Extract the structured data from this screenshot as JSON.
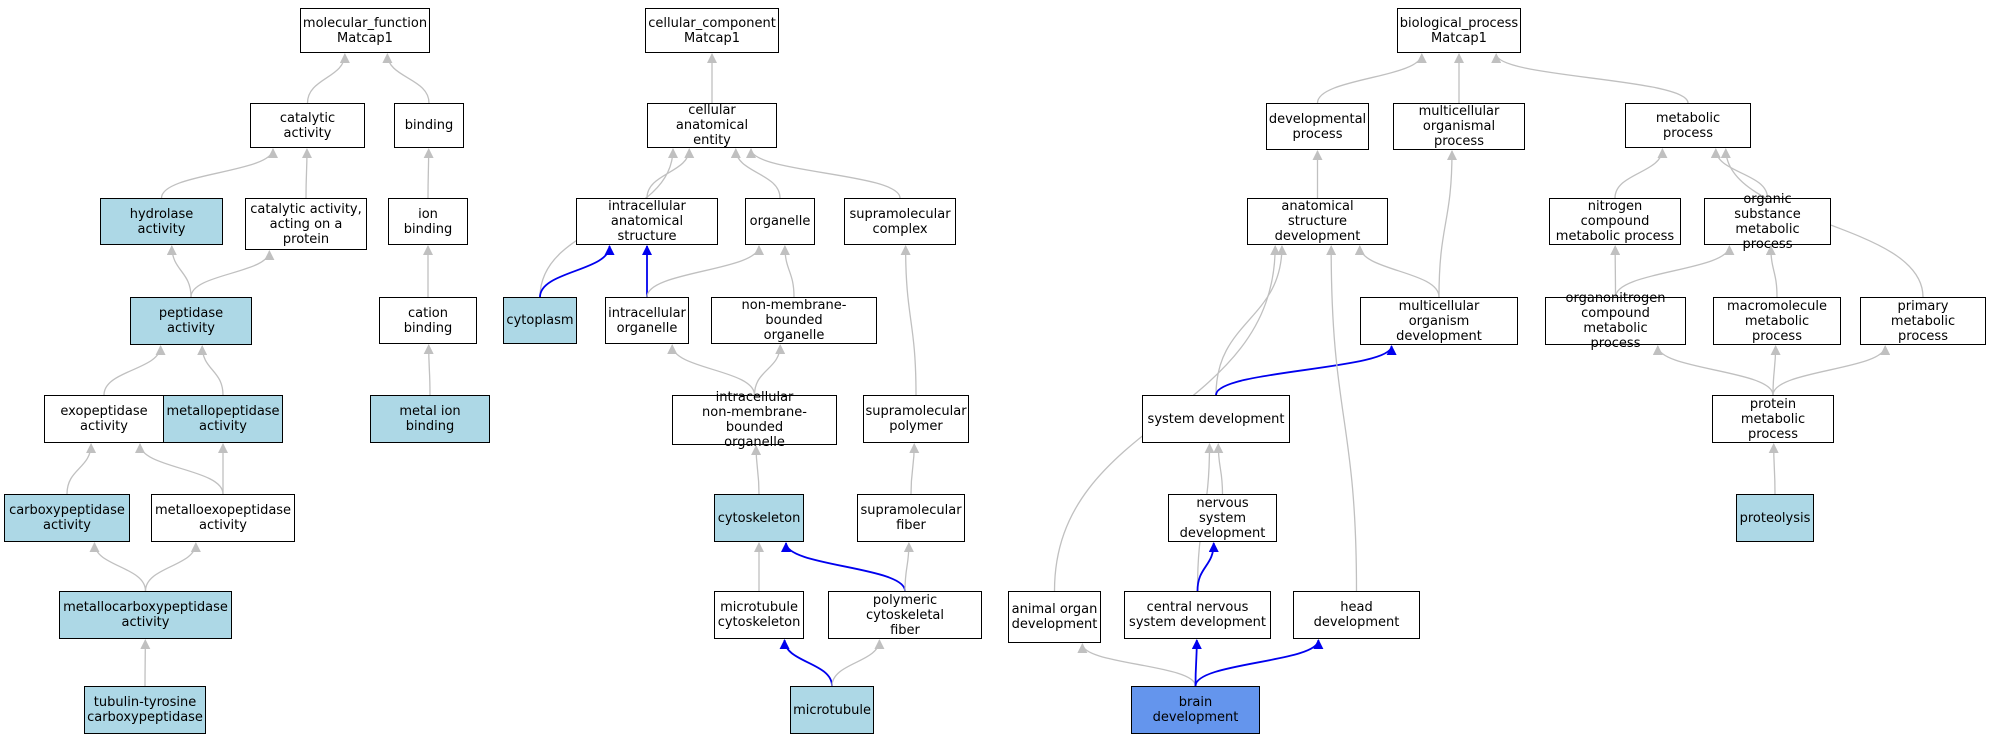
{
  "colors": {
    "annotated": "#add8e6",
    "focus": "#6495ed",
    "edge_default": "#c0c0c0",
    "edge_path": "#0000ee"
  },
  "nodes": [
    {
      "id": "mf",
      "label": "molecular_function\nMatcap1",
      "style": "plain"
    },
    {
      "id": "cat",
      "label": "catalytic activity",
      "style": "plain"
    },
    {
      "id": "bind",
      "label": "binding",
      "style": "plain"
    },
    {
      "id": "hyd",
      "label": "hydrolase activity",
      "style": "annot"
    },
    {
      "id": "catp",
      "label": "catalytic activity,\nacting on a\nprotein",
      "style": "plain"
    },
    {
      "id": "ion",
      "label": "ion binding",
      "style": "plain"
    },
    {
      "id": "pep",
      "label": "peptidase activity",
      "style": "annot"
    },
    {
      "id": "cation",
      "label": "cation binding",
      "style": "plain"
    },
    {
      "id": "exo",
      "label": "exopeptidase\nactivity",
      "style": "plain"
    },
    {
      "id": "metpep",
      "label": "metallopeptidase\nactivity",
      "style": "annot"
    },
    {
      "id": "metion",
      "label": "metal ion binding",
      "style": "annot"
    },
    {
      "id": "carb",
      "label": "carboxypeptidase\nactivity",
      "style": "annot"
    },
    {
      "id": "metexo",
      "label": "metalloexopeptidase\nactivity",
      "style": "plain"
    },
    {
      "id": "metcarb",
      "label": "metallocarboxypeptidase\nactivity",
      "style": "annot"
    },
    {
      "id": "tub",
      "label": "tubulin-tyrosine\ncarboxypeptidase",
      "style": "annot"
    },
    {
      "id": "cc",
      "label": "cellular_component\nMatcap1",
      "style": "plain"
    },
    {
      "id": "cae",
      "label": "cellular anatomical\nentity",
      "style": "plain"
    },
    {
      "id": "ias",
      "label": "intracellular\nanatomical structure",
      "style": "plain"
    },
    {
      "id": "org",
      "label": "organelle",
      "style": "plain"
    },
    {
      "id": "smc",
      "label": "supramolecular\ncomplex",
      "style": "plain"
    },
    {
      "id": "cyto",
      "label": "cytoplasm",
      "style": "annot"
    },
    {
      "id": "io",
      "label": "intracellular\norganelle",
      "style": "plain"
    },
    {
      "id": "nmbo",
      "label": "non-membrane-bounded\norganelle",
      "style": "plain"
    },
    {
      "id": "inmbo",
      "label": "intracellular\nnon-membrane-bounded\norganelle",
      "style": "plain"
    },
    {
      "id": "smp",
      "label": "supramolecular\npolymer",
      "style": "plain"
    },
    {
      "id": "csk",
      "label": "cytoskeleton",
      "style": "annot"
    },
    {
      "id": "smf",
      "label": "supramolecular\nfiber",
      "style": "plain"
    },
    {
      "id": "mtc",
      "label": "microtubule\ncytoskeleton",
      "style": "plain"
    },
    {
      "id": "pcf",
      "label": "polymeric cytoskeletal\nfiber",
      "style": "plain"
    },
    {
      "id": "mt",
      "label": "microtubule",
      "style": "annot"
    },
    {
      "id": "bp",
      "label": "biological_process\nMatcap1",
      "style": "plain"
    },
    {
      "id": "dev",
      "label": "developmental\nprocess",
      "style": "plain"
    },
    {
      "id": "mop",
      "label": "multicellular\norganismal process",
      "style": "plain"
    },
    {
      "id": "met",
      "label": "metabolic process",
      "style": "plain"
    },
    {
      "id": "asd",
      "label": "anatomical structure\ndevelopment",
      "style": "plain"
    },
    {
      "id": "ncm",
      "label": "nitrogen compound\nmetabolic process",
      "style": "plain"
    },
    {
      "id": "osm",
      "label": "organic substance\nmetabolic process",
      "style": "plain"
    },
    {
      "id": "mod",
      "label": "multicellular\norganism development",
      "style": "plain"
    },
    {
      "id": "oncm",
      "label": "organonitrogen\ncompound metabolic\nprocess",
      "style": "plain"
    },
    {
      "id": "mmm",
      "label": "macromolecule\nmetabolic process",
      "style": "plain"
    },
    {
      "id": "pmp",
      "label": "primary metabolic\nprocess",
      "style": "plain"
    },
    {
      "id": "sysd",
      "label": "system development",
      "style": "plain"
    },
    {
      "id": "protm",
      "label": "protein metabolic\nprocess",
      "style": "plain"
    },
    {
      "id": "nsd",
      "label": "nervous system\ndevelopment",
      "style": "plain"
    },
    {
      "id": "prot",
      "label": "proteolysis",
      "style": "annot"
    },
    {
      "id": "aod",
      "label": "animal organ\ndevelopment",
      "style": "plain"
    },
    {
      "id": "cnsd",
      "label": "central nervous\nsystem development",
      "style": "plain"
    },
    {
      "id": "hd",
      "label": "head development",
      "style": "plain"
    },
    {
      "id": "bd",
      "label": "brain development",
      "style": "focus"
    }
  ],
  "edges": [
    {
      "from": "cat",
      "to": "mf",
      "kind": "default"
    },
    {
      "from": "bind",
      "to": "mf",
      "kind": "default"
    },
    {
      "from": "hyd",
      "to": "cat",
      "kind": "default"
    },
    {
      "from": "catp",
      "to": "cat",
      "kind": "default"
    },
    {
      "from": "ion",
      "to": "bind",
      "kind": "default"
    },
    {
      "from": "pep",
      "to": "hyd",
      "kind": "default"
    },
    {
      "from": "pep",
      "to": "catp",
      "kind": "default"
    },
    {
      "from": "cation",
      "to": "ion",
      "kind": "default"
    },
    {
      "from": "exo",
      "to": "pep",
      "kind": "default"
    },
    {
      "from": "metpep",
      "to": "pep",
      "kind": "default"
    },
    {
      "from": "metion",
      "to": "cation",
      "kind": "default"
    },
    {
      "from": "carb",
      "to": "exo",
      "kind": "default"
    },
    {
      "from": "metexo",
      "to": "exo",
      "kind": "default"
    },
    {
      "from": "metexo",
      "to": "metpep",
      "kind": "default"
    },
    {
      "from": "metcarb",
      "to": "carb",
      "kind": "default"
    },
    {
      "from": "metcarb",
      "to": "metexo",
      "kind": "default"
    },
    {
      "from": "tub",
      "to": "metcarb",
      "kind": "default"
    },
    {
      "from": "cae",
      "to": "cc",
      "kind": "default"
    },
    {
      "from": "ias",
      "to": "cae",
      "kind": "default"
    },
    {
      "from": "org",
      "to": "cae",
      "kind": "default"
    },
    {
      "from": "smc",
      "to": "cae",
      "kind": "default"
    },
    {
      "from": "cyto",
      "to": "cae",
      "kind": "default"
    },
    {
      "from": "cyto",
      "to": "ias",
      "kind": "path"
    },
    {
      "from": "io",
      "to": "ias",
      "kind": "path"
    },
    {
      "from": "io",
      "to": "org",
      "kind": "default"
    },
    {
      "from": "nmbo",
      "to": "org",
      "kind": "default"
    },
    {
      "from": "inmbo",
      "to": "io",
      "kind": "default"
    },
    {
      "from": "inmbo",
      "to": "nmbo",
      "kind": "default"
    },
    {
      "from": "smp",
      "to": "smc",
      "kind": "default"
    },
    {
      "from": "csk",
      "to": "inmbo",
      "kind": "default"
    },
    {
      "from": "smf",
      "to": "smp",
      "kind": "default"
    },
    {
      "from": "mtc",
      "to": "csk",
      "kind": "default"
    },
    {
      "from": "pcf",
      "to": "csk",
      "kind": "path"
    },
    {
      "from": "pcf",
      "to": "smf",
      "kind": "default"
    },
    {
      "from": "mt",
      "to": "mtc",
      "kind": "path"
    },
    {
      "from": "mt",
      "to": "pcf",
      "kind": "default"
    },
    {
      "from": "dev",
      "to": "bp",
      "kind": "default"
    },
    {
      "from": "mop",
      "to": "bp",
      "kind": "default"
    },
    {
      "from": "met",
      "to": "bp",
      "kind": "default"
    },
    {
      "from": "asd",
      "to": "dev",
      "kind": "default"
    },
    {
      "from": "mod",
      "to": "mop",
      "kind": "default"
    },
    {
      "from": "mod",
      "to": "asd",
      "kind": "default"
    },
    {
      "from": "ncm",
      "to": "met",
      "kind": "default"
    },
    {
      "from": "osm",
      "to": "met",
      "kind": "default"
    },
    {
      "from": "pmp",
      "to": "met",
      "kind": "default"
    },
    {
      "from": "oncm",
      "to": "ncm",
      "kind": "default"
    },
    {
      "from": "oncm",
      "to": "osm",
      "kind": "default"
    },
    {
      "from": "mmm",
      "to": "osm",
      "kind": "default"
    },
    {
      "from": "protm",
      "to": "oncm",
      "kind": "default"
    },
    {
      "from": "protm",
      "to": "mmm",
      "kind": "default"
    },
    {
      "from": "protm",
      "to": "pmp",
      "kind": "default"
    },
    {
      "from": "prot",
      "to": "protm",
      "kind": "default"
    },
    {
      "from": "sysd",
      "to": "asd",
      "kind": "default"
    },
    {
      "from": "sysd",
      "to": "mod",
      "kind": "path"
    },
    {
      "from": "nsd",
      "to": "sysd",
      "kind": "default"
    },
    {
      "from": "cnsd",
      "to": "sysd",
      "kind": "default"
    },
    {
      "from": "cnsd",
      "to": "nsd",
      "kind": "path"
    },
    {
      "from": "aod",
      "to": "asd",
      "kind": "default"
    },
    {
      "from": "hd",
      "to": "asd",
      "kind": "default"
    },
    {
      "from": "bd",
      "to": "aod",
      "kind": "default"
    },
    {
      "from": "bd",
      "to": "cnsd",
      "kind": "path"
    },
    {
      "from": "bd",
      "to": "hd",
      "kind": "path"
    }
  ]
}
